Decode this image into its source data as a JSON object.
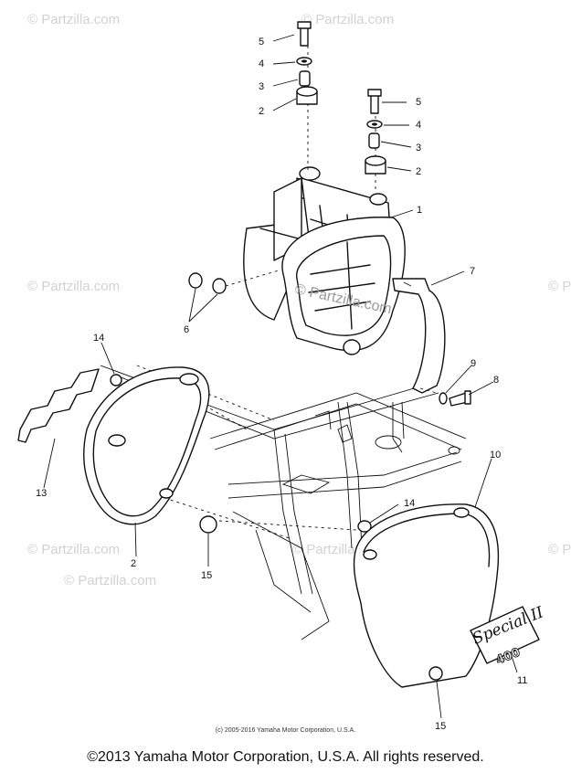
{
  "watermark": {
    "text": "© Partzilla.com",
    "center_text": "© Partzilla.com"
  },
  "callouts": [
    {
      "id": "c5a",
      "number": "5"
    },
    {
      "id": "c4a",
      "number": "4"
    },
    {
      "id": "c3a",
      "number": "3"
    },
    {
      "id": "c2a",
      "number": "2"
    },
    {
      "id": "c5b",
      "number": "5"
    },
    {
      "id": "c4b",
      "number": "4"
    },
    {
      "id": "c3b",
      "number": "3"
    },
    {
      "id": "c2b",
      "number": "2"
    },
    {
      "id": "c1",
      "number": "1"
    },
    {
      "id": "c7",
      "number": "7"
    },
    {
      "id": "c6",
      "number": "6"
    },
    {
      "id": "c9",
      "number": "9"
    },
    {
      "id": "c8",
      "number": "8"
    },
    {
      "id": "c14a",
      "number": "14"
    },
    {
      "id": "c13",
      "number": "13"
    },
    {
      "id": "c2c",
      "number": "2"
    },
    {
      "id": "c10",
      "number": "10"
    },
    {
      "id": "c14b",
      "number": "14"
    },
    {
      "id": "c15a",
      "number": "15"
    },
    {
      "id": "c11",
      "number": "11"
    },
    {
      "id": "c15b",
      "number": "15"
    }
  ],
  "emblem": {
    "script_text": "Special II",
    "number_text": "400"
  },
  "copyright_small": "(c) 2005-2016 Yamaha Motor Corporation, U.S.A.",
  "copyright_main": "©2013 Yamaha Motor Corporation, U.S.A. All rights reserved."
}
